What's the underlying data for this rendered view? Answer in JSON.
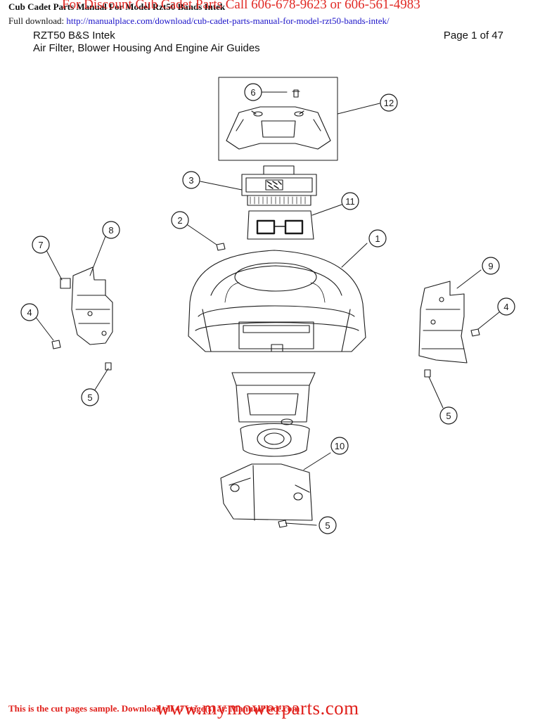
{
  "header": {
    "doc_title": "Cub Cadet Parts Manual For Model Rzt50 Bands Intek",
    "promo": "For Discount Cub Cadet Parts Call 606-678-9623 or 606-561-4983",
    "download_label": "Full download:",
    "download_url": "http://manualplace.com/download/cub-cadet-parts-manual-for-model-rzt50-bands-intek/",
    "model": "RZT50 B&S Intek",
    "page_indicator": "Page 1 of 47",
    "section": "Air Filter, Blower Housing And Engine Air Guides"
  },
  "callouts": [
    "6",
    "12",
    "3",
    "11",
    "2",
    "1",
    "8",
    "7",
    "4",
    "9",
    "4",
    "5",
    "5",
    "10",
    "5"
  ],
  "footer": {
    "note": "This is the cut pages sample. Download all 47 page(s) at: ManualPlace.com",
    "url": "www.mymowerparts.com"
  },
  "colors": {
    "promo_red": "#e0201b",
    "link_blue": "#1a12c8",
    "line": "#1a1a1a"
  }
}
